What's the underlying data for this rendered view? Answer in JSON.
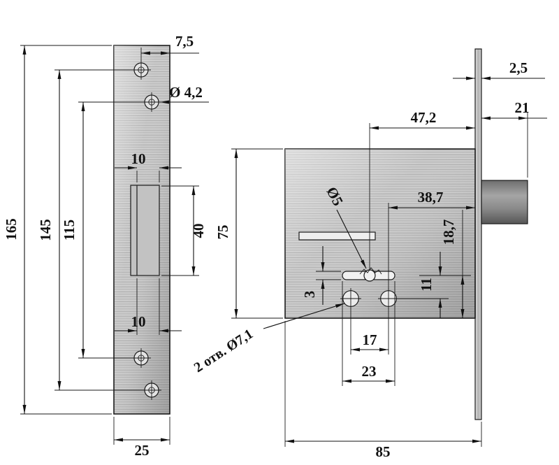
{
  "drawing": {
    "kind": "lock-technical-drawing",
    "colors": {
      "line": "#111111",
      "metal": "#c6c6c6"
    },
    "strike_plate": {
      "height": "165",
      "outer_hole_span": "145",
      "inner_hole_span": "115",
      "cutout_height": "40",
      "cutout_width_top": "10",
      "cutout_width_bottom": "10",
      "width": "25",
      "hole_offset": "7,5",
      "hole_dia": "Ø 4,2"
    },
    "lock_body": {
      "height": "75",
      "width": "85",
      "faceplate_thickness": "2,5",
      "bolt_throw": "21",
      "key_center_to_faceplate": "47,2",
      "hole_center_to_faceplate": "38,7",
      "key_center_to_bottom": "18,7",
      "key_to_hole": "11",
      "slot_height": "3",
      "hole_spacing": "17",
      "keyhole_slot_length": "23",
      "keyhole_dia": "Ø5",
      "fixing_holes_note": "2 отв. Ø7,1"
    }
  }
}
